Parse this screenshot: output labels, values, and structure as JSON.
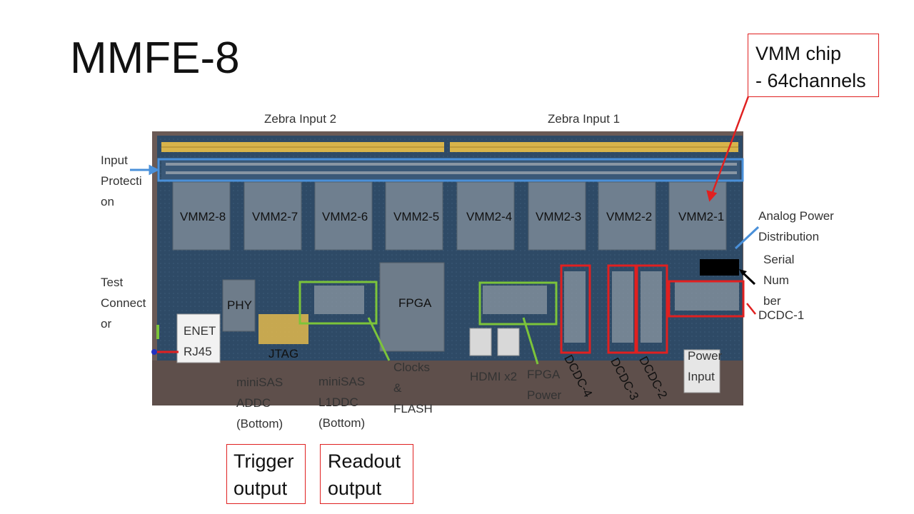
{
  "title": "MMFE-8",
  "callout": {
    "line1": "VMM chip",
    "line2": "- 64channels"
  },
  "zebra": [
    "Zebra Input 2",
    "Zebra Input 1"
  ],
  "input_protection": [
    "Input",
    "Protecti",
    "on"
  ],
  "test_connector": [
    "Test",
    "Connect",
    "or"
  ],
  "vmm_labels": [
    "VMM2-8",
    "VMM2-7",
    "VMM2-6",
    "VMM2-5",
    "VMM2-4",
    "VMM2-3",
    "VMM2-2",
    "VMM2-1"
  ],
  "analog_power": [
    "Analog Power",
    "Distribution"
  ],
  "serial_number": [
    "Serial",
    "Num",
    "ber"
  ],
  "dcdc1": "DCDC-1",
  "phy": "PHY",
  "fpga": "FPGA",
  "enet": [
    "ENET",
    "RJ45"
  ],
  "jtag": "JTAG",
  "minisas_addc": [
    "miniSAS",
    "ADDC",
    "(Bottom)"
  ],
  "minisas_l1ddc": [
    "miniSAS",
    "L1DDC",
    "(Bottom)"
  ],
  "clocks": [
    "Clocks",
    "&",
    "FLASH"
  ],
  "hdmi": "HDMI x2",
  "fpga_power": [
    "FPGA",
    "Power"
  ],
  "dcdc_rot": [
    "DCDC-4",
    "DCDC-3",
    "DCDC-2"
  ],
  "power_input": [
    "Power",
    "Input"
  ],
  "trigger": [
    "Trigger",
    "output"
  ],
  "readout": [
    "Readout",
    "output"
  ],
  "colors": {
    "red": "#e02020",
    "blue": "#4a90d9",
    "green": "#7cc43a",
    "board": "#2b4560"
  }
}
